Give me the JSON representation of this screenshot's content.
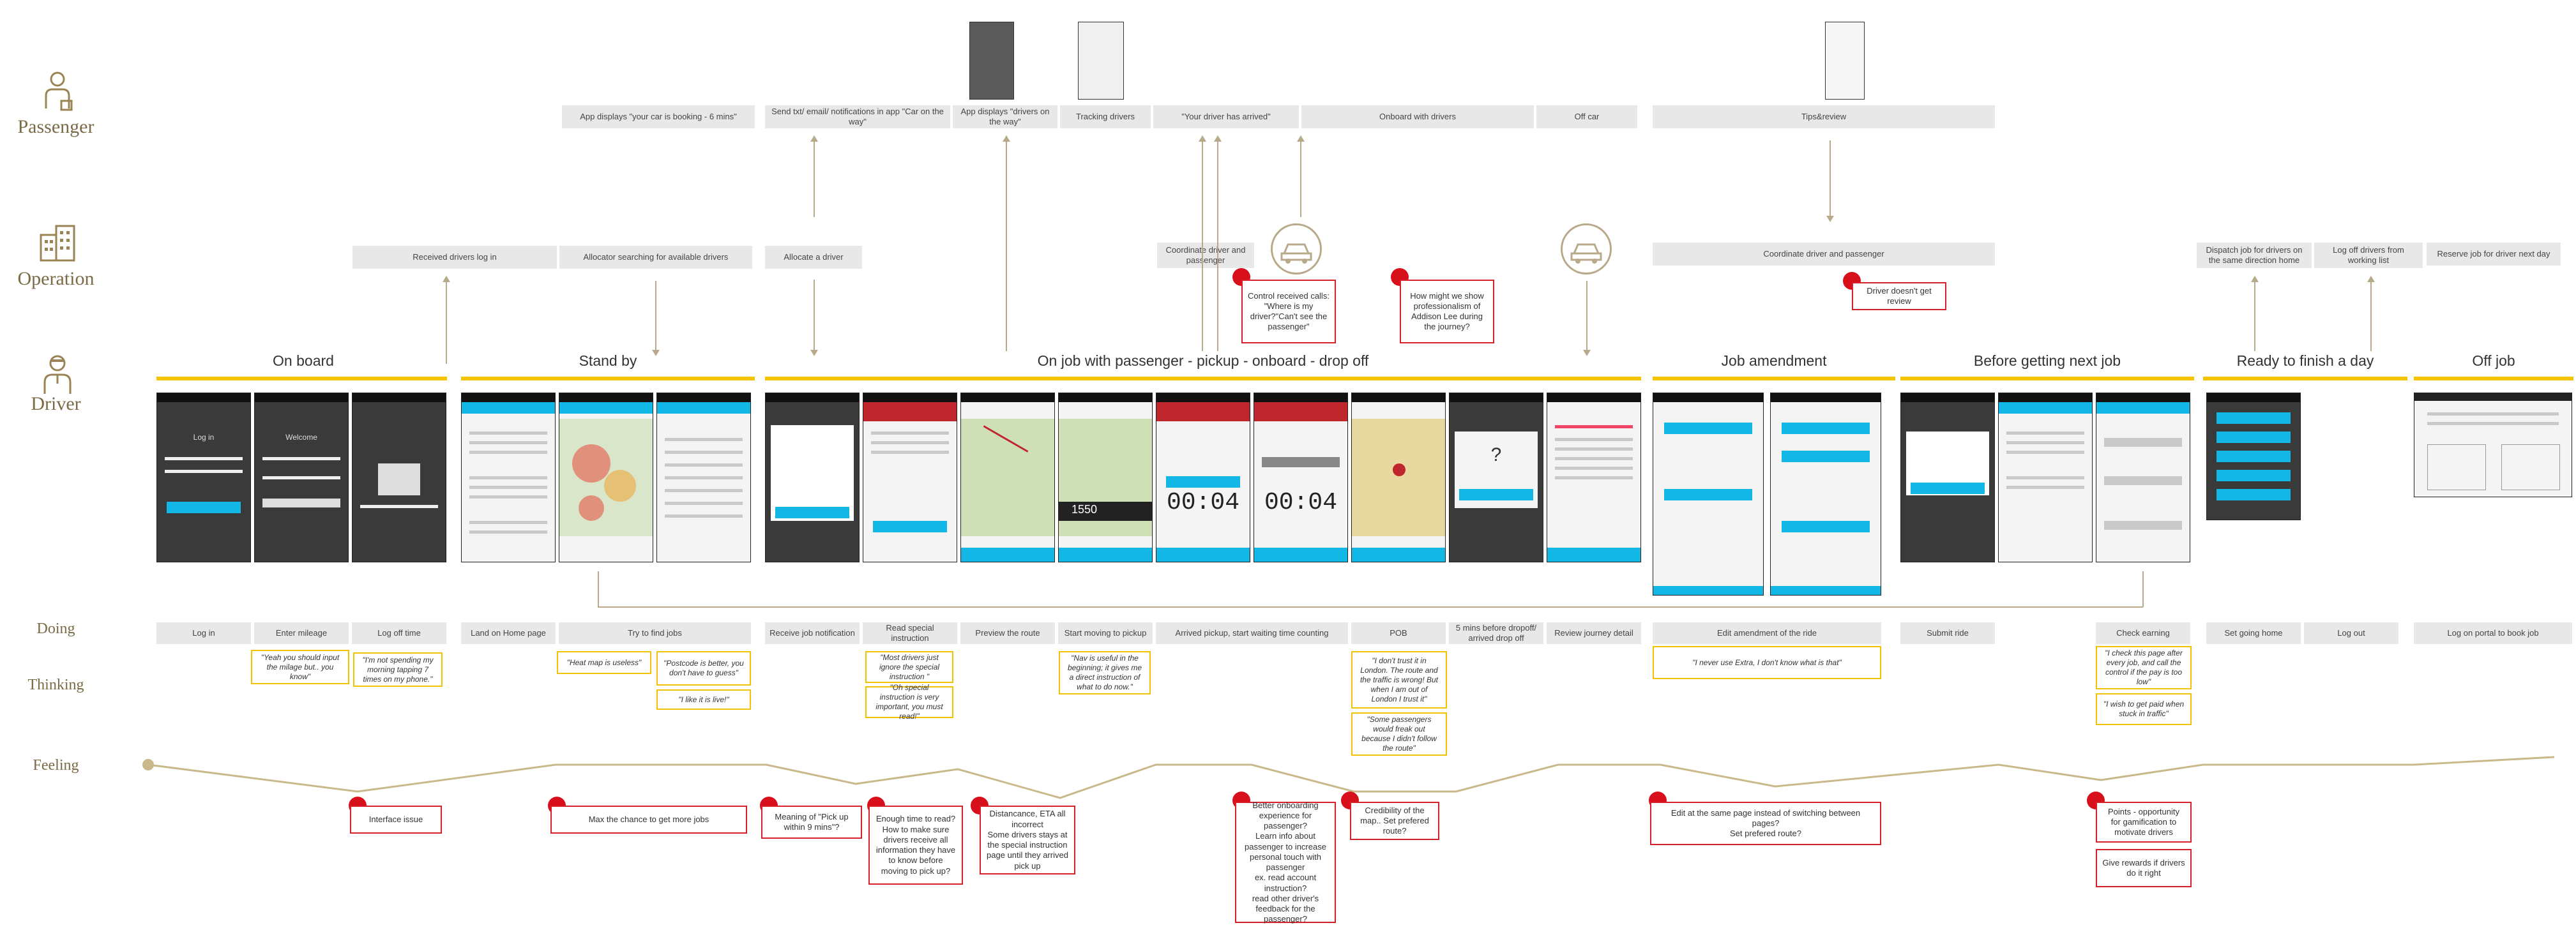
{
  "lanes": {
    "passenger": "Passenger",
    "operation": "Operation",
    "driver": "Driver",
    "doing": "Doing",
    "thinking": "Thinking",
    "feeling": "Feeling"
  },
  "phases": [
    "On board",
    "Stand by",
    "On job with passenger - pickup - onboard - drop off",
    "Job amendment",
    "Before getting next job",
    "Ready to finish a day",
    "Off job"
  ],
  "passenger_steps": [
    "App displays \"your car is booking - 6 mins\"",
    "Send txt/ email/ notifications in app \"Car on the way\"",
    "App displays \"drivers on the way\"",
    "Tracking drivers",
    "\"Your driver has arrived\"",
    "Onboard with drivers",
    "Off car",
    "Tips&review"
  ],
  "operation_steps": [
    "Received drivers log in",
    "Allocator searching for available drivers",
    "Allocate a driver",
    "Coordinate driver and passenger",
    "Coordinate driver and passenger",
    "Dispatch job for drivers on the same direction home",
    "Log off drivers from working list",
    "Reserve job for driver next day"
  ],
  "operation_pains": [
    "Control received calls:\n\"Where is my driver?\"Can't see the passenger\"",
    "How might we show professionalism of Addison Lee during the journey?",
    "Driver doesn't get review"
  ],
  "doing": [
    "Log in",
    "Enter mileage",
    "Log off time",
    "Land on Home page",
    "Try to find jobs",
    "Receive job notification",
    "Read special instruction",
    "Preview the route",
    "Start moving to pickup",
    "Arrived pickup, start waiting time counting",
    "POB",
    "5 mins before dropoff/ arrived drop off",
    "Review journey detail",
    "Edit amendment of the ride",
    "Submit ride",
    "Check earning",
    "Set going home",
    "Log out",
    "Log on portal to book job"
  ],
  "thinking": [
    "\"Yeah you should input the milage but.. you know\"",
    "\"I'm not spending my morning tapping 7 times on my phone.\"",
    "\"Heat map is useless\"",
    "\"Postcode is better, you don't have to guess\"",
    "\"I like it is live!\"",
    "\"Most drivers just ignore the special instruction \"",
    "\"Oh special instruction is very important, you must read!\"",
    "\"Nav is useful in the beginning; it gives me a direct instruction of what to do now.\"",
    "\"I don't trust it in London. The route and the traffic is wrong! But when I am out of London I trust it\"",
    "\"Some passengers would freak out because I didn't follow the route\"",
    "\"I never use Extra, I don't know what is that\"",
    "\"I check this page after every job, and call the control if the pay is too low\"",
    "\"I wish to get paid when stuck in traffic\""
  ],
  "feeling_pains": [
    "Interface issue",
    "Max the chance to get more jobs",
    "Meaning of \"Pick up within 9 mins\"?",
    "Enough time to read? How to make sure drivers receive all information they have to know before moving to pick up?",
    "Distancance, ETA all incorrect\nSome drivers stays at the special instruction page until they arrived pick up",
    "Better onboarding experience for passenger?\nLearn info about passenger to increase personal touch with passenger\nex. read account instruction?\nread other driver's feedback for the passenger?",
    "Credibility of the map.. Set prefered route?",
    "Edit at the same page instead of switching between pages?\nSet prefered route?",
    "Points - opportunity for gamification to motivate drivers",
    "Give rewards if drivers do it right"
  ],
  "screens": {
    "login_title": "Log in",
    "welcome_title": "Welcome",
    "timer_1": "00:04",
    "timer_2": "00:04",
    "countdown": "1550",
    "question_mark": "?"
  },
  "colors": {
    "phase_bar": "#f5c400",
    "pain_red": "#d8202c",
    "thinking_border": "#f2c200",
    "accent_cyan": "#12b7e6",
    "lane_label": "#7a6a45"
  }
}
